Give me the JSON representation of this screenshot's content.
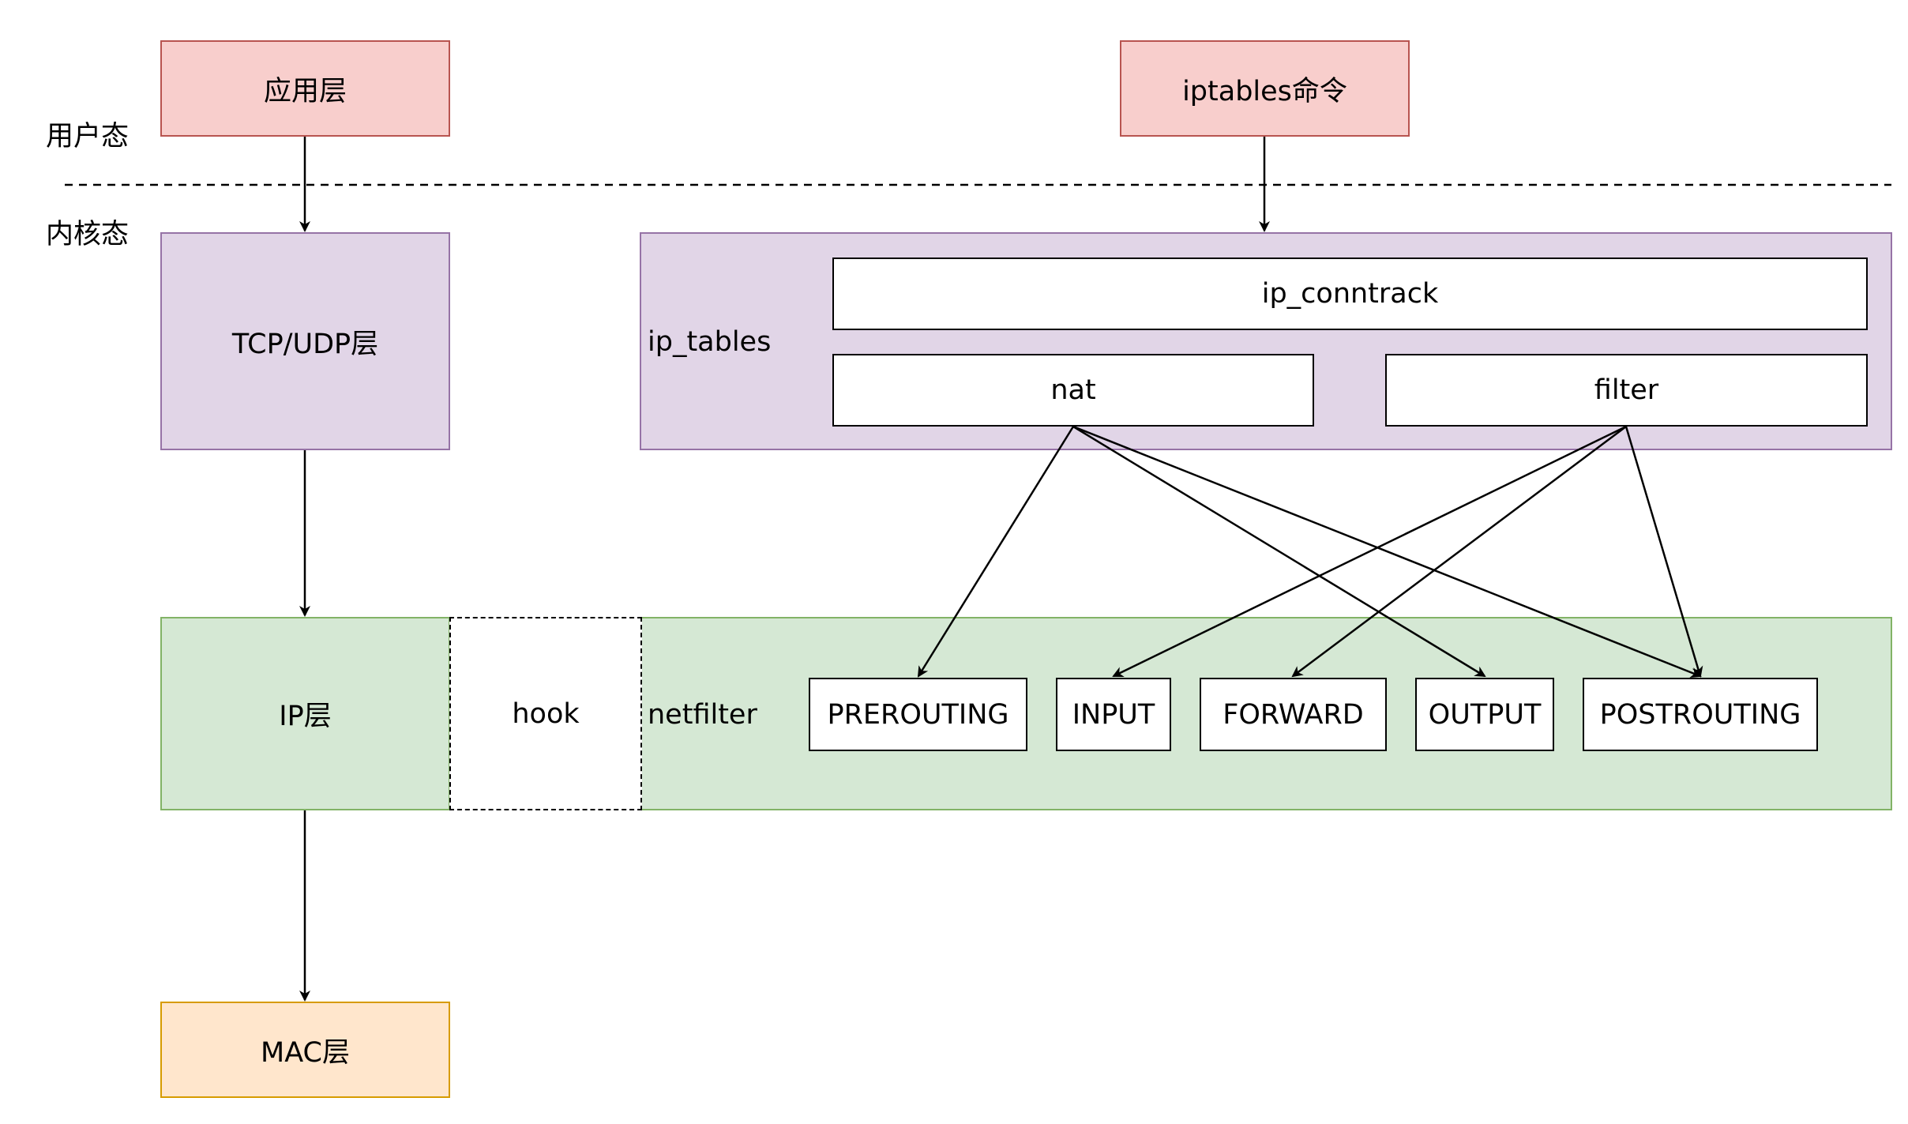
{
  "zones": {
    "user_space": "用户态",
    "kernel_space": "内核态"
  },
  "left_stack": {
    "app_layer": "应用层",
    "tcp_udp_layer": "TCP/UDP层",
    "ip_layer": "IP层",
    "mac_layer": "MAC层"
  },
  "hook": "hook",
  "iptables_cmd": "iptables命令",
  "ip_tables": {
    "label": "ip_tables",
    "conntrack": "ip_conntrack",
    "nat": "nat",
    "filter": "filter"
  },
  "netfilter": {
    "label": "netfilter",
    "chains": [
      "PREROUTING",
      "INPUT",
      "FORWARD",
      "OUTPUT",
      "POSTROUTING"
    ]
  },
  "colors": {
    "user_fill": "#f8cecc",
    "user_stroke": "#b85450",
    "kernel_fill": "#e1d5e7",
    "kernel_stroke": "#9673a6",
    "netfilter_fill": "#d5e8d4",
    "netfilter_stroke": "#82b366",
    "mac_fill": "#ffe6cc",
    "mac_stroke": "#d79b00"
  }
}
